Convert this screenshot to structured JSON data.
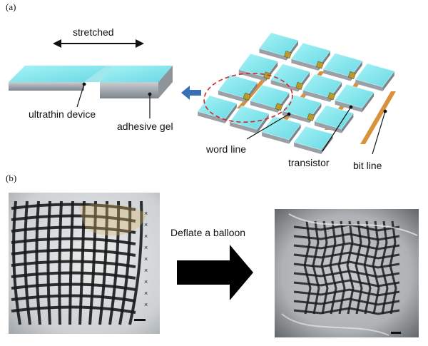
{
  "panel_a": {
    "label": "(a)",
    "stretched": "stretched",
    "ultrathin_device": "ultrathin device",
    "adhesive_gel": "adhesive gel",
    "word_line": "word line",
    "transistor": "transistor",
    "bit_line": "bit line"
  },
  "panel_b": {
    "label": "(b)",
    "action": "Deflate a balloon"
  },
  "colors": {
    "cyan_top": "#7fe7ee",
    "gel_side": "#9aa0a6",
    "strip": "#d9923c",
    "highlight": "#d62728",
    "arrow_blue": "#3a6fb8",
    "photo_bg": "#2b2b2b"
  }
}
